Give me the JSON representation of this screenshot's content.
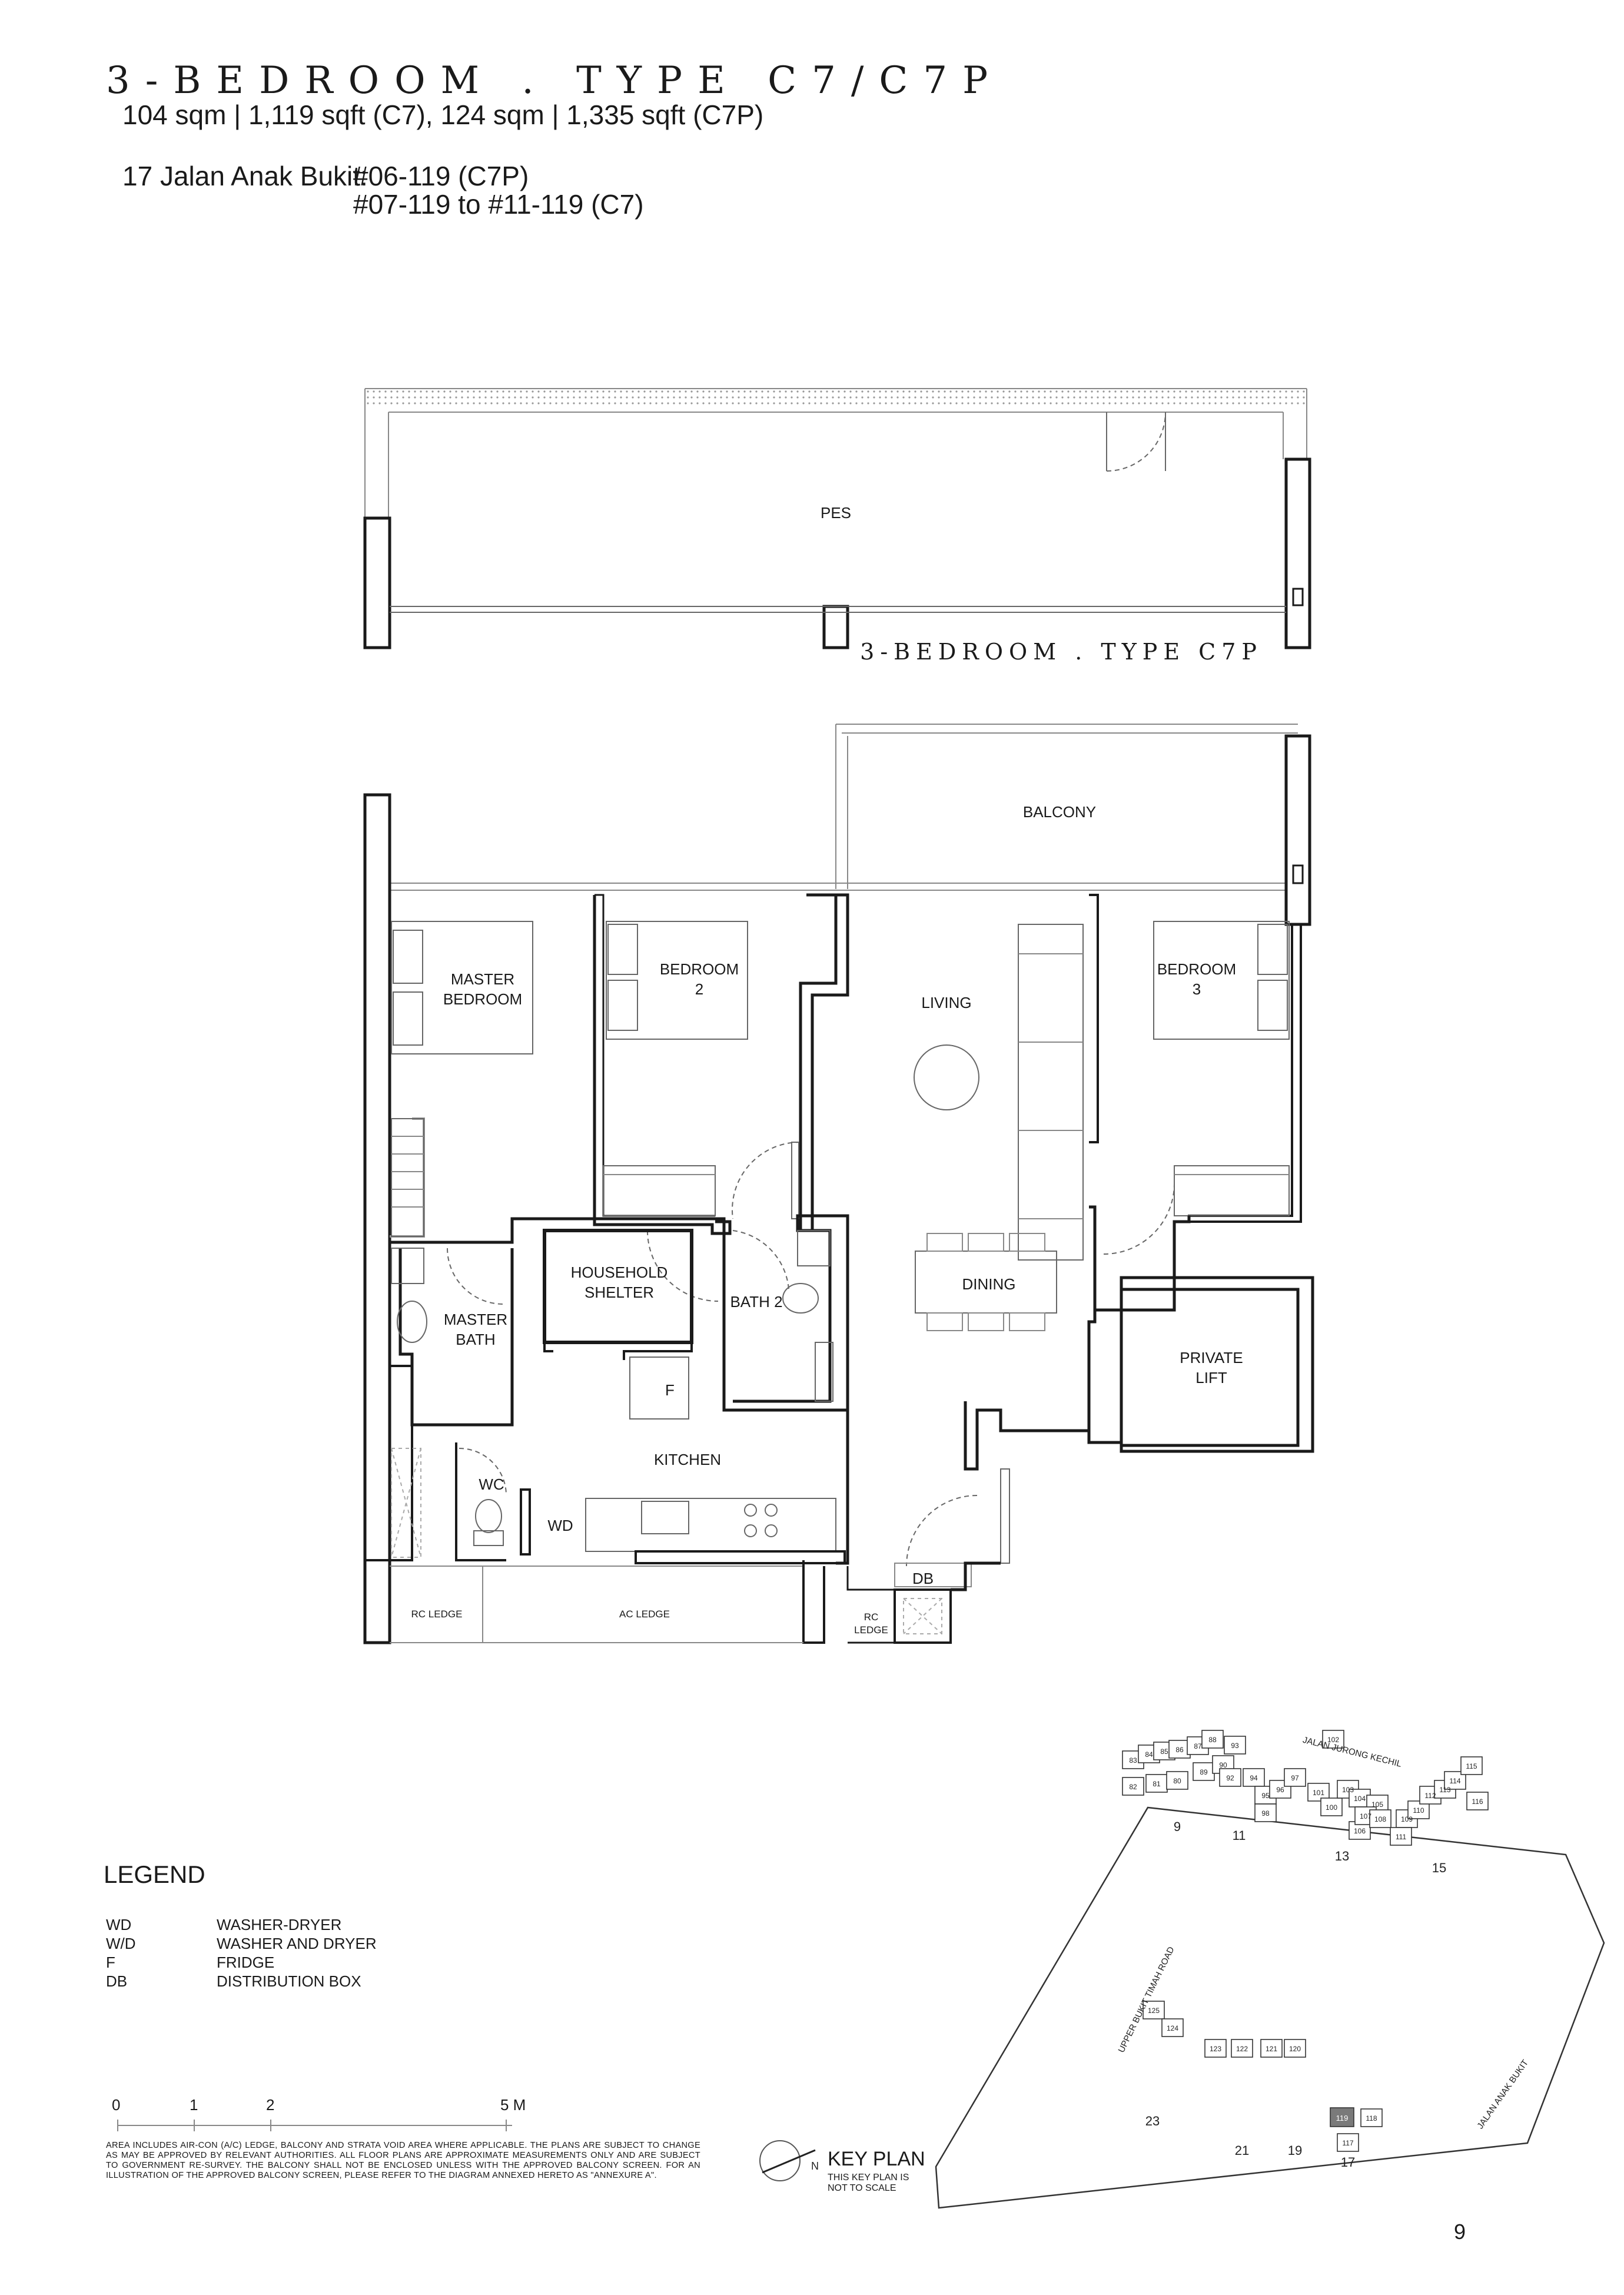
{
  "header": {
    "title": "3-BEDROOM . TYPE C7/C7P",
    "areas": "104 sqm | 1,119 sqft (C7), 124 sqm | 1,335 sqft (C7P)",
    "units_label": "17 Jalan Anak Bukit:",
    "units_c7p": "#06-119 (C7P)",
    "units_c7": "#07-119 to #11-119 (C7)"
  },
  "c7p_plan": {
    "subtitle": "3-BEDROOM . TYPE C7P",
    "pes_label": "PES"
  },
  "floor_plan": {
    "rooms": {
      "balcony": "BALCONY",
      "master_bedroom_1": "MASTER",
      "master_bedroom_2": "BEDROOM",
      "bedroom2_1": "BEDROOM",
      "bedroom2_2": "2",
      "living": "LIVING",
      "bedroom3_1": "BEDROOM",
      "bedroom3_2": "3",
      "household_shelter_1": "HOUSEHOLD",
      "household_shelter_2": "SHELTER",
      "bath2": "BATH 2",
      "dining": "DINING",
      "master_bath_1": "MASTER",
      "master_bath_2": "BATH",
      "private_lift_1": "PRIVATE",
      "private_lift_2": "LIFT",
      "fridge": "F",
      "kitchen": "KITCHEN",
      "wc": "WC",
      "wd": "WD",
      "db": "DB",
      "rc_ledge_left": "RC LEDGE",
      "ac_ledge": "AC LEDGE",
      "rc_ledge_right_1": "RC",
      "rc_ledge_right_2": "LEDGE"
    }
  },
  "legend": {
    "title": "LEGEND",
    "items": [
      {
        "code": "WD",
        "description": "WASHER-DRYER"
      },
      {
        "code": "W/D",
        "description": "WASHER AND DRYER"
      },
      {
        "code": "F",
        "description": "FRIDGE"
      },
      {
        "code": "DB",
        "description": "DISTRIBUTION BOX"
      }
    ]
  },
  "scale_bar": {
    "labels": [
      "0",
      "1",
      "2",
      "5 M"
    ]
  },
  "disclaimer": "AREA INCLUDES AIR-CON (A/C) LEDGE, BALCONY AND STRATA VOID AREA WHERE APPLICABLE. THE PLANS ARE SUBJECT TO CHANGE AS MAY BE APPROVED BY RELEVANT AUTHORITIES. ALL FLOOR PLANS ARE APPROXIMATE MEASUREMENTS ONLY AND ARE SUBJECT TO GOVERNMENT RE-SURVEY. THE BALCONY SHALL NOT BE ENCLOSED UNLESS WITH THE APPROVED BALCONY SCREEN. FOR AN ILLUSTRATION OF THE APPROVED BALCONY SCREEN, PLEASE REFER TO THE DIAGRAM ANNEXED HERETO AS \"ANNEXURE A\".",
  "key_plan": {
    "label": "KEY PLAN",
    "note_1": "THIS KEY PLAN IS",
    "note_2": "NOT TO SCALE",
    "north": "N",
    "roads": {
      "jurong_kechil": "JALAN JURONG KECHIL",
      "upper_bukit_timah": "UPPER BUKIT TIMAH ROAD",
      "anak_bukit": "JALAN ANAK BUKIT"
    },
    "units": [
      "83",
      "84",
      "85",
      "86",
      "87",
      "88",
      "82",
      "81",
      "80",
      "89",
      "90",
      "93",
      "92",
      "94",
      "95",
      "96",
      "97",
      "98",
      "102",
      "101",
      "100",
      "103",
      "104",
      "105",
      "106",
      "107",
      "108",
      "109",
      "110",
      "111",
      "112",
      "113",
      "114",
      "115",
      "116",
      "125",
      "124",
      "123",
      "122",
      "121",
      "120",
      "119",
      "118",
      "117"
    ],
    "blocks": [
      "9",
      "11",
      "13",
      "15",
      "17",
      "19",
      "21",
      "23"
    ],
    "highlight_unit": "119",
    "highlight_color": "#7a7a7a"
  },
  "page_number": "9"
}
